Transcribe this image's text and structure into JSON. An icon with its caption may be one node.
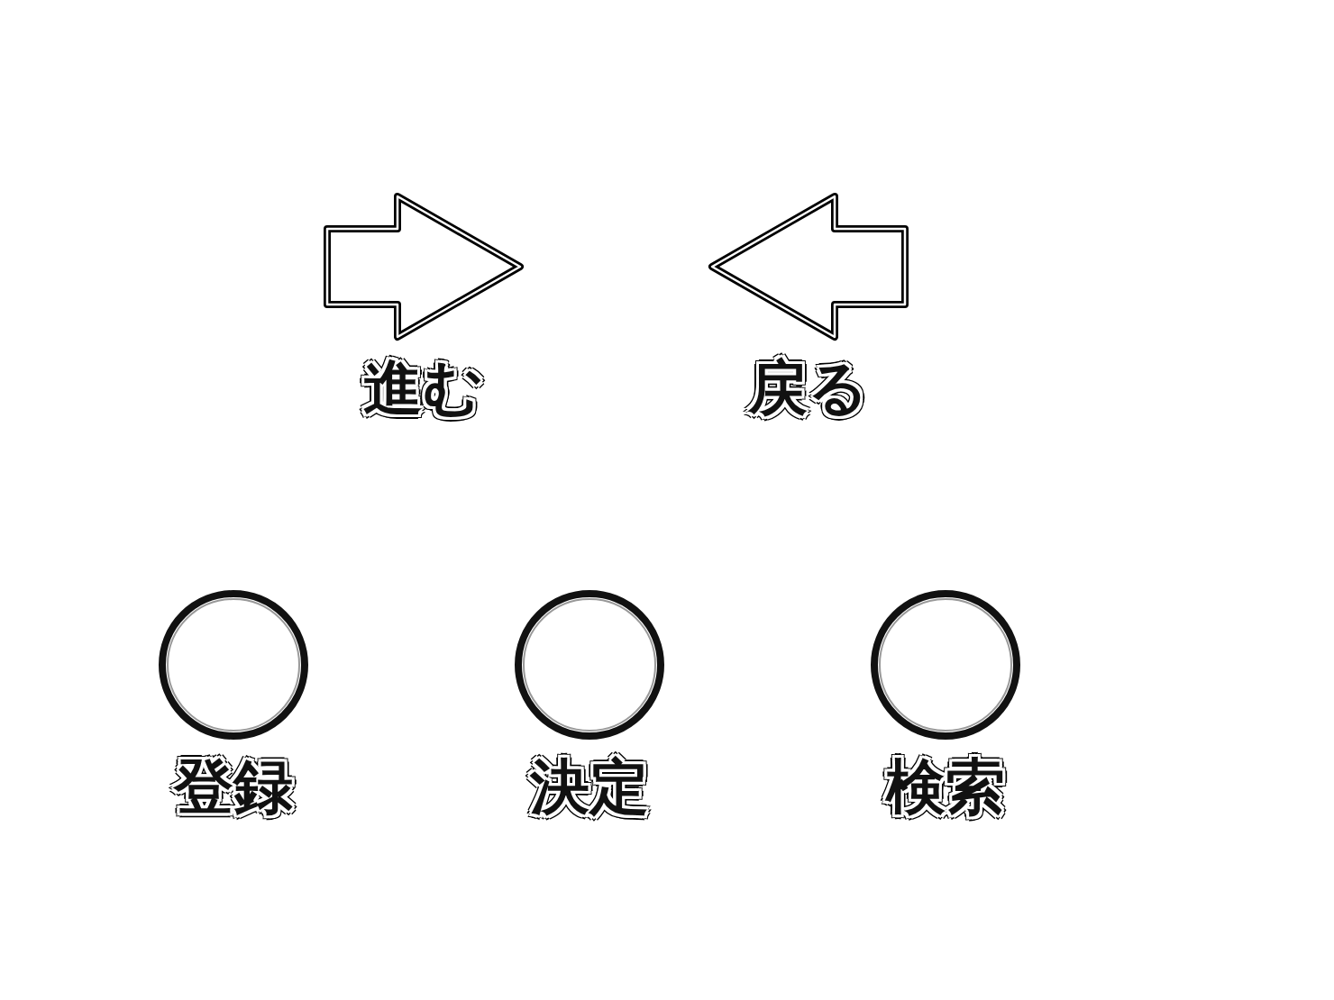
{
  "diagram": {
    "nodes": [
      {
        "text": [],
        "shape": "arrow",
        "beside": [
          "進む"
        ]
      },
      {
        "text": [],
        "shape": "arrow",
        "beside": [
          "戻る"
        ]
      },
      {
        "text": [],
        "shape": "circle",
        "beside": [
          "登録"
        ]
      },
      {
        "text": [],
        "shape": "circle",
        "beside": [
          "決定"
        ]
      },
      {
        "text": [],
        "shape": "circle",
        "beside": [
          "検索"
        ]
      }
    ]
  }
}
